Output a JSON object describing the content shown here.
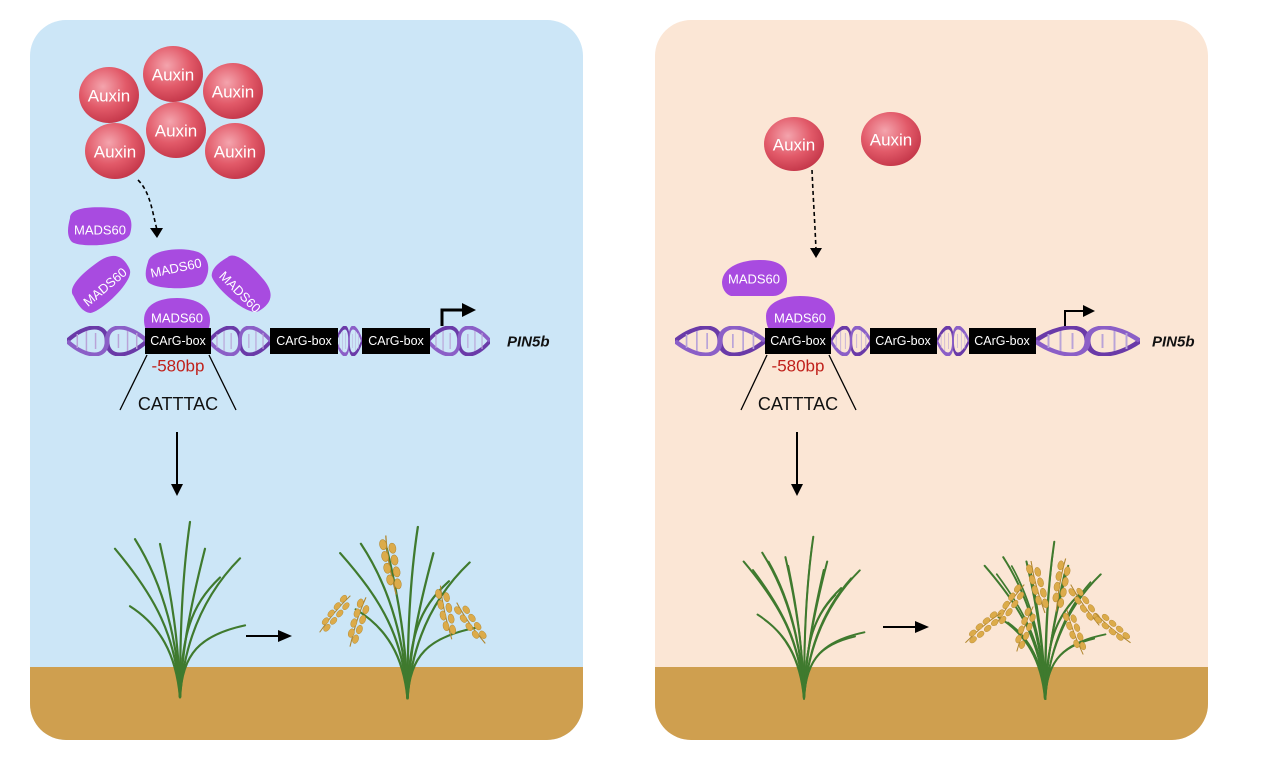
{
  "colors": {
    "left_panel_bg": "#cce6f7",
    "right_panel_bg": "#fbe6d5",
    "soil": "#cf9f4f",
    "auxin": "#e05565",
    "mads60": "#a84be0",
    "dna": "#6a3aa8",
    "carg_box": "#000000",
    "bp_text": "#c0201a",
    "grass": "#3f7a2e",
    "grain": "#dcab4a"
  },
  "icons": [
    "auxin-molecule-icon",
    "mads60-protein-icon",
    "dna-helix-icon",
    "transcription-start-arrow-icon",
    "rice-plant-icon",
    "rice-panicle-icon"
  ],
  "left_panel": {
    "auxin_labels": [
      "Auxin",
      "Auxin",
      "Auxin",
      "Auxin",
      "Auxin",
      "Auxin"
    ],
    "mads_labels": [
      "MADS60",
      "MADS60",
      "MADS60",
      "MADS60",
      "MADS60"
    ],
    "carg_boxes": [
      "CArG-box",
      "CArG-box",
      "CArG-box"
    ],
    "position_label": "-580bp",
    "motif": "CATTTAC",
    "gene": "PIN5b"
  },
  "right_panel": {
    "auxin_labels": [
      "Auxin",
      "Auxin"
    ],
    "mads_labels": [
      "MADS60",
      "MADS60"
    ],
    "carg_boxes": [
      "CArG-box",
      "CArG-box",
      "CArG-box"
    ],
    "position_label": "-580bp",
    "motif": "CATTTAC",
    "gene": "PIN5b"
  }
}
